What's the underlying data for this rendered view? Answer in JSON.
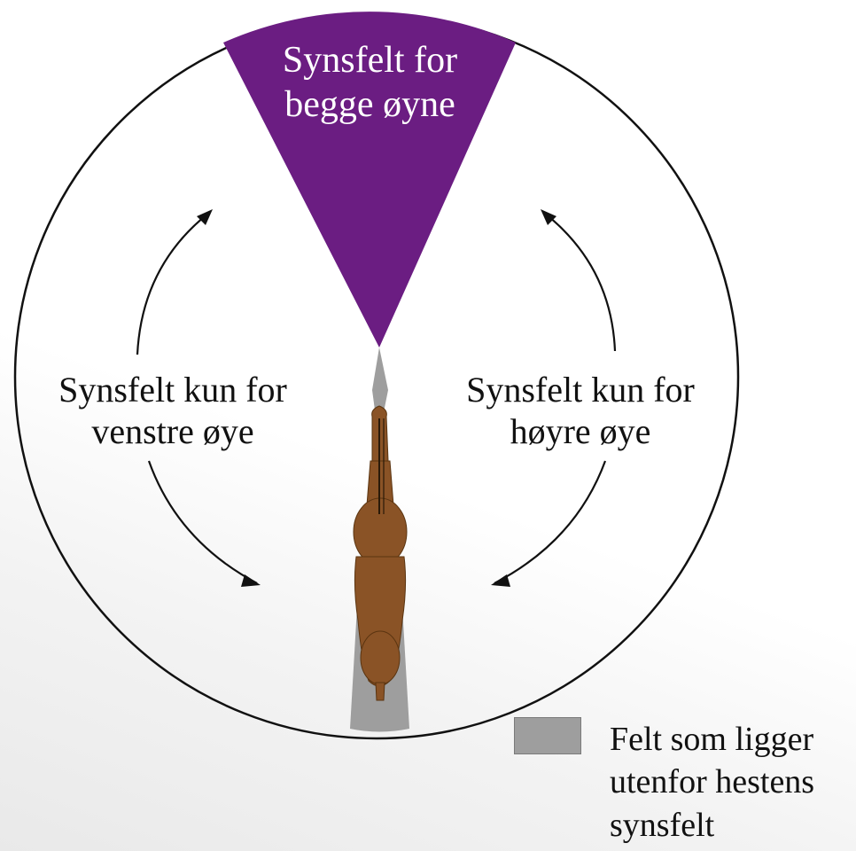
{
  "diagram": {
    "labels": {
      "both_eyes": "Synsfelt for\nbegge øyne",
      "left_eye": "Synsfelt kun for\nvenstre øye",
      "right_eye": "Synsfelt kun for\nhøyre øye"
    },
    "legend": {
      "text": "Felt som ligger\nutenfor hestens\nsynsfelt",
      "color": "#9e9e9e"
    },
    "colors": {
      "binocular_field": "#6b1d82",
      "blind_spot": "#9e9e9e",
      "horse": "#8a5326",
      "circle_stroke": "#111111"
    }
  }
}
